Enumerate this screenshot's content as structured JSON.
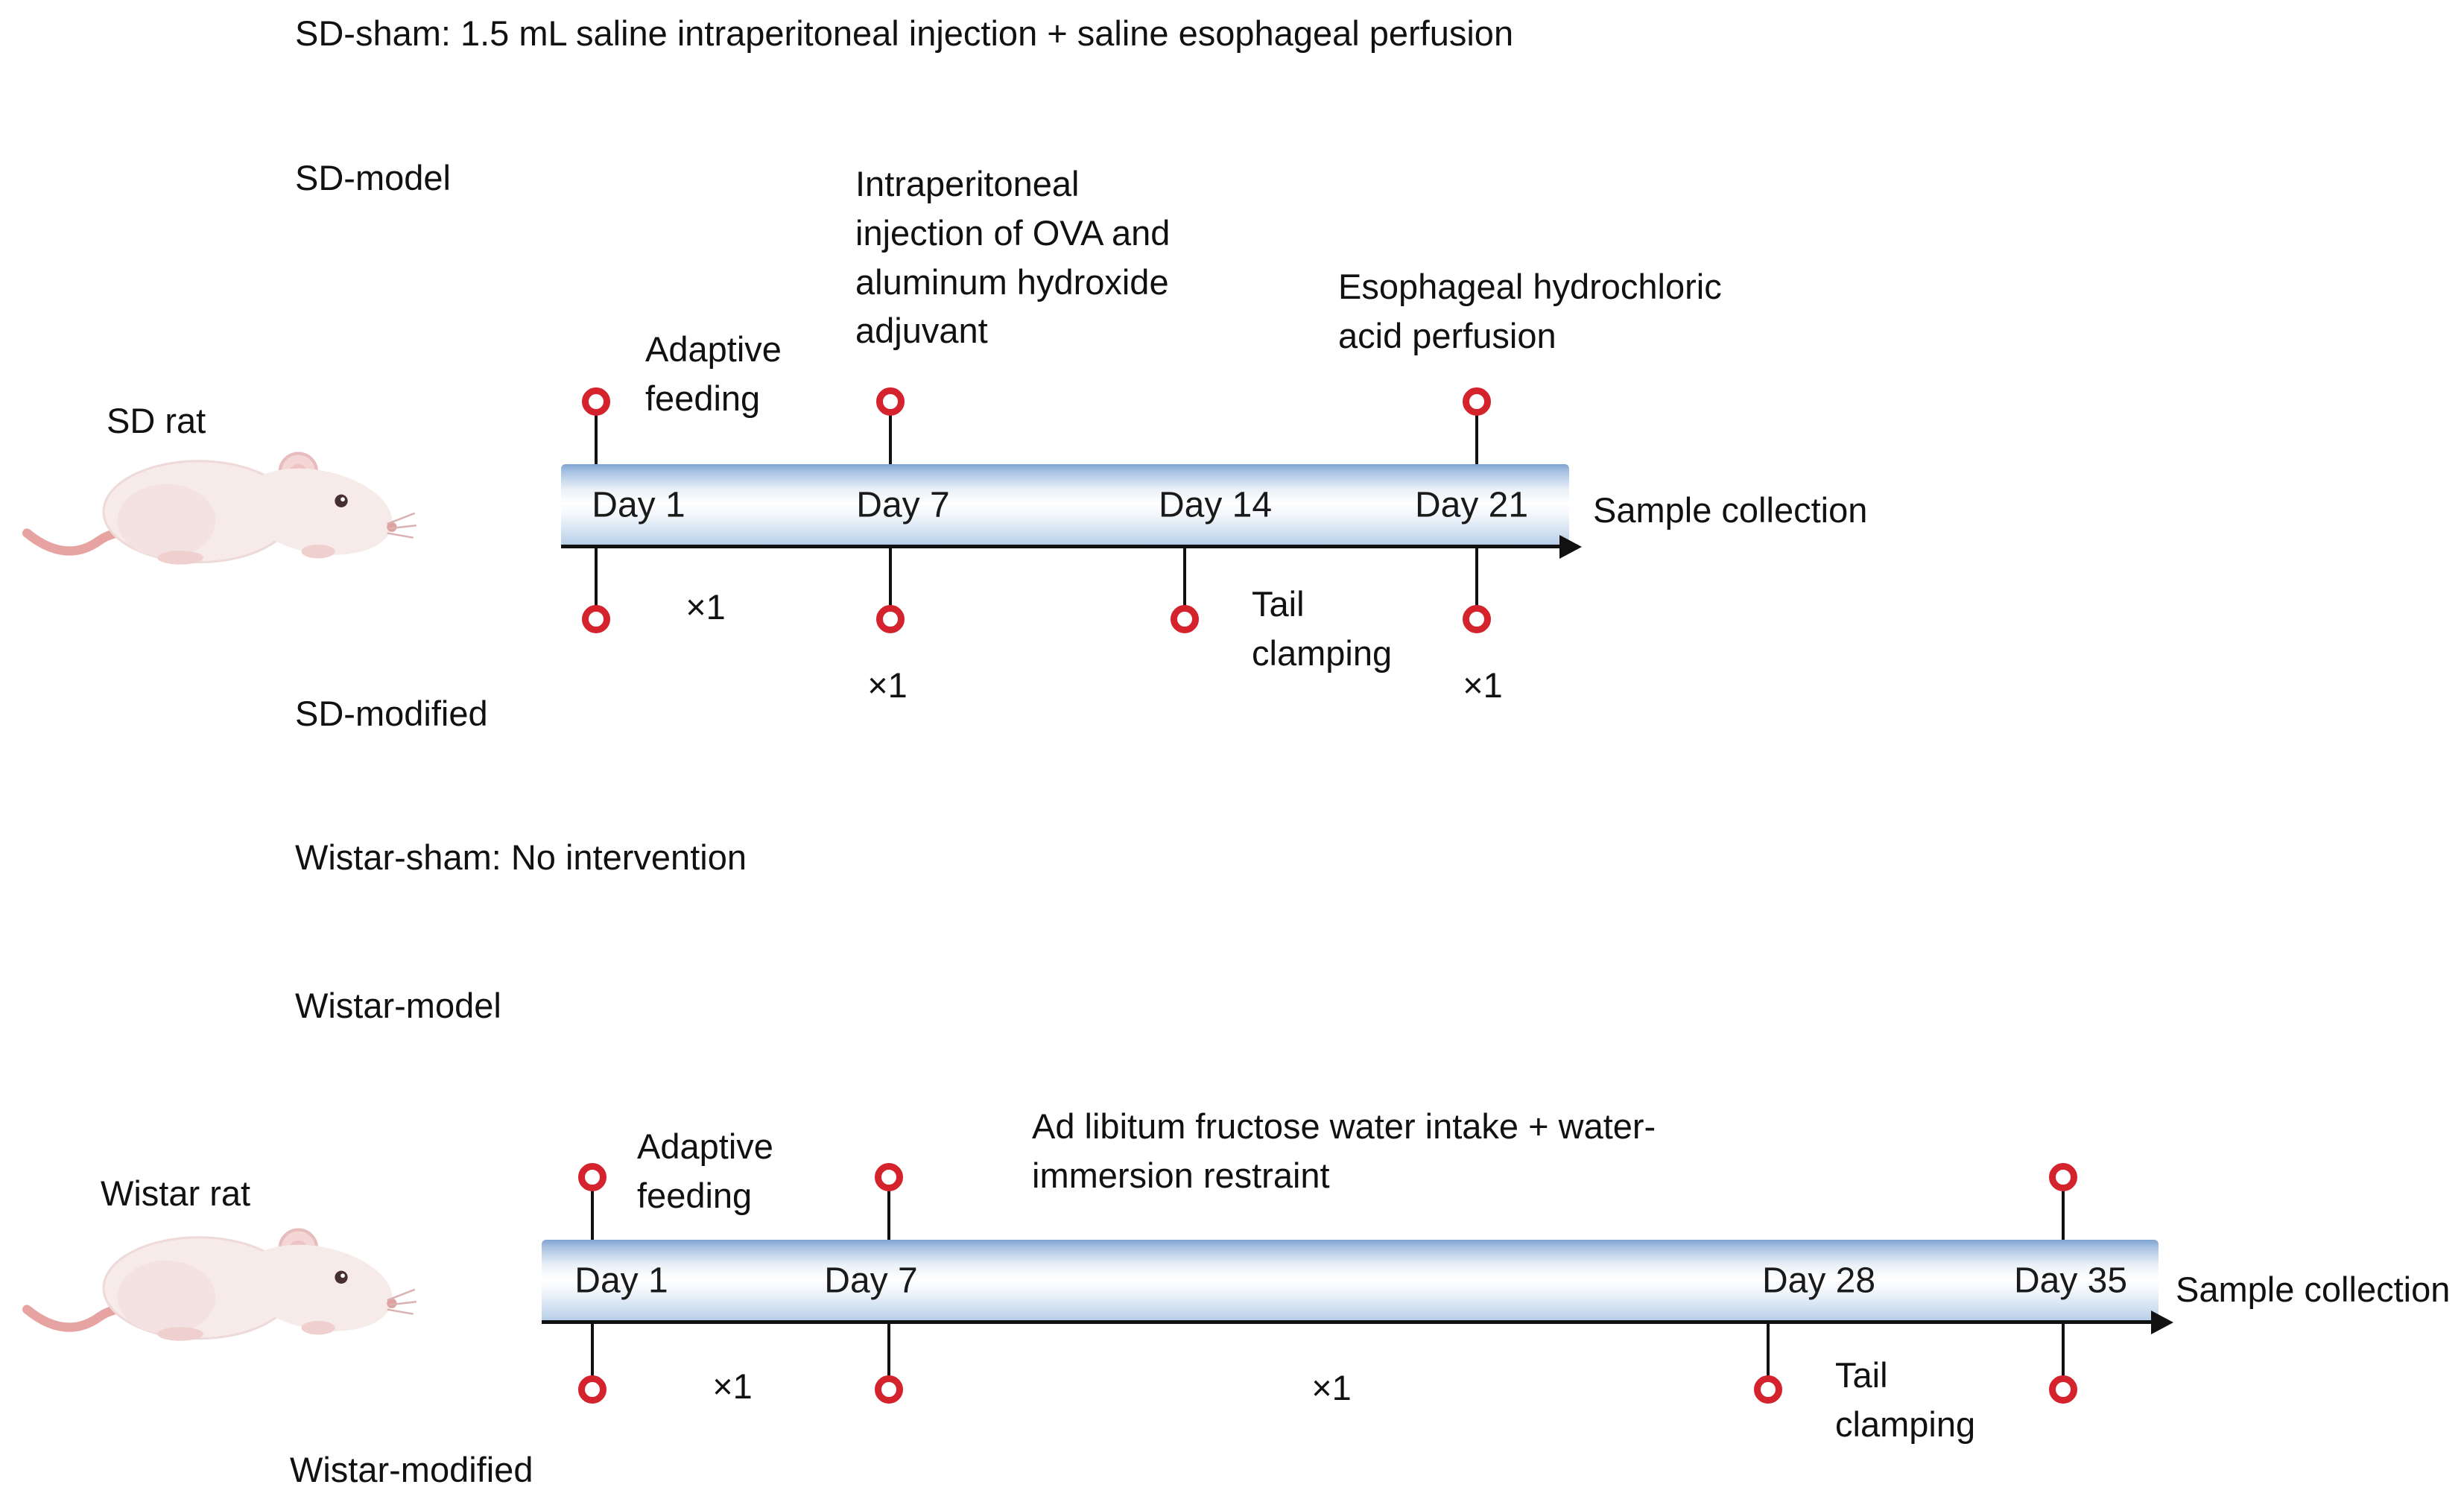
{
  "sd": {
    "sham_label": "SD-sham: 1.5 mL saline intraperitoneal injection + saline esophageal perfusion",
    "model_label": "SD-model",
    "modified_label": "SD-modified",
    "rat_label": "SD rat",
    "annotations": {
      "adaptive_feeding": "Adaptive feeding",
      "ova": "Intraperitoneal injection of OVA and aluminum hydroxide adjuvant",
      "acid": "Esophageal hydrochloric acid perfusion",
      "tail_clamping": "Tail clamping",
      "x1_day1": "×1",
      "x1_day7": "×1",
      "x1_day21": "×1"
    },
    "timeline": {
      "days": [
        "Day 1",
        "Day 7",
        "Day 14",
        "Day 21"
      ],
      "sample_collection": "Sample collection",
      "markers_above_days": [
        "Day 1",
        "Day 7",
        "Day 21"
      ],
      "markers_below_days": [
        "Day 1",
        "Day 7",
        "Day 14",
        "Day 21"
      ]
    }
  },
  "wistar": {
    "sham_label": "Wistar-sham: No intervention",
    "model_label": "Wistar-model",
    "modified_label": "Wistar-modified",
    "rat_label": "Wistar rat",
    "annotations": {
      "adaptive_feeding": "Adaptive feeding",
      "fructose": "Ad libitum fructose water intake + water-immersion restraint",
      "tail_clamping": "Tail clamping",
      "x1_day1": "×1",
      "x1_mid": "×1"
    },
    "timeline": {
      "days": [
        "Day 1",
        "Day 7",
        "Day 28",
        "Day 35"
      ],
      "sample_collection": "Sample collection",
      "markers_above_days": [
        "Day 1",
        "Day 7",
        "Day 35"
      ],
      "markers_below_days": [
        "Day 1",
        "Day 7",
        "Day 28",
        "Day 35"
      ]
    }
  },
  "colors": {
    "marker_ring": "#d4232d",
    "bar_blue_top": "#7fa3d1",
    "bar_blue_bottom": "#b3cbe7",
    "rat_body": "#f7ebea",
    "rat_tail": "#e7a2a2",
    "text": "#111111"
  }
}
